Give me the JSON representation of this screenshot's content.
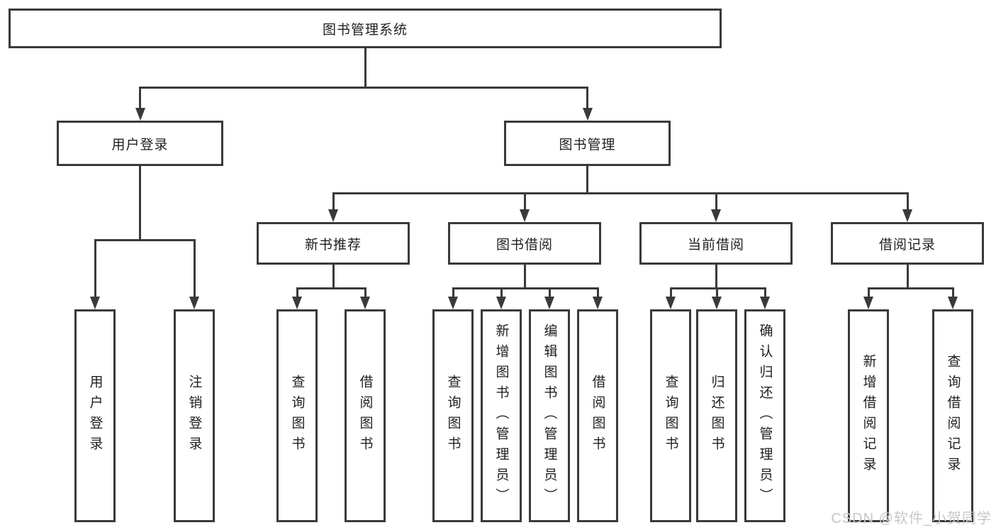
{
  "colors": {
    "line": "#3a3a3a",
    "text": "#1f1f1f",
    "box_background": "#ffffff",
    "watermark": "#c7c7c7"
  },
  "watermark": {
    "text": "CSDN @软件_小贺同学"
  },
  "nodes": {
    "root": "图书管理系统",
    "user_login": "用户登录",
    "book_mgmt": "图书管理",
    "new_book_rec": "新书推荐",
    "book_borrow": "图书借阅",
    "current_borrow": "当前借阅",
    "borrow_record": "借阅记录",
    "leaf_a1": "用户登录",
    "leaf_a2": "注销登录",
    "leaf_b1": "查询图书",
    "leaf_b2": "借阅图书",
    "leaf_c1": "查询图书",
    "leaf_c2": "新增图书（管理员）",
    "leaf_c3": "编辑图书（管理员）",
    "leaf_c4": "借阅图书",
    "leaf_d1": "查询图书",
    "leaf_d2": "归还图书",
    "leaf_d3": "确认归还（管理员）",
    "leaf_e1": "新增借阅记录",
    "leaf_e2": "查询借阅记录"
  },
  "tree": {
    "label": "图书管理系统",
    "children": [
      {
        "label": "用户登录",
        "children": [
          {
            "label": "用户登录"
          },
          {
            "label": "注销登录"
          }
        ]
      },
      {
        "label": "图书管理",
        "children": [
          {
            "label": "新书推荐",
            "children": [
              {
                "label": "查询图书"
              },
              {
                "label": "借阅图书"
              }
            ]
          },
          {
            "label": "图书借阅",
            "children": [
              {
                "label": "查询图书"
              },
              {
                "label": "新增图书（管理员）"
              },
              {
                "label": "编辑图书（管理员）"
              },
              {
                "label": "借阅图书"
              }
            ]
          },
          {
            "label": "当前借阅",
            "children": [
              {
                "label": "查询图书"
              },
              {
                "label": "归还图书"
              },
              {
                "label": "确认归还（管理员）"
              }
            ]
          },
          {
            "label": "借阅记录",
            "children": [
              {
                "label": "新增借阅记录"
              },
              {
                "label": "查询借阅记录"
              }
            ]
          }
        ]
      }
    ]
  }
}
